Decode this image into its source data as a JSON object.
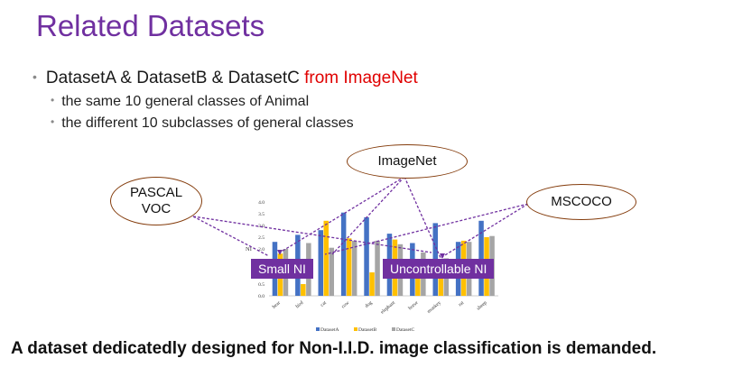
{
  "title": "Related Datasets",
  "bullets": {
    "main_prefix": "DatasetA & DatasetB & DatasetC ",
    "main_highlight": "from ImageNet",
    "sub1": "the same 10 general classes of Animal",
    "sub2": "the different 10 subclasses of general classes"
  },
  "callouts": {
    "pascal_line1": "PASCAL",
    "pascal_line2": "VOC",
    "imagenet": "ImageNet",
    "mscoco": "MSCOCO",
    "small_ni": "Small NI",
    "uncontrollable_ni": "Uncontrollable NI"
  },
  "bottom_statement": "A dataset dedicatedly designed for Non-I.I.D. image classification is demanded.",
  "colors": {
    "title": "#7030a0",
    "highlight": "#e00000",
    "label_bg": "#7030a0",
    "ellipse_border": "#843c0c",
    "dashed": "#7030a0"
  },
  "chart_data": {
    "type": "bar",
    "y_axis_label": "NI",
    "categories": [
      "bear",
      "bird",
      "cat",
      "cow",
      "dog",
      "elephant",
      "horse",
      "monkey",
      "rat",
      "sheep"
    ],
    "series": [
      {
        "name": "DatasetA",
        "color": "#4472c4",
        "values": [
          2.3,
          2.6,
          2.8,
          3.55,
          3.35,
          2.65,
          2.25,
          3.1,
          2.3,
          3.2
        ]
      },
      {
        "name": "DatasetB",
        "color": "#ffc000",
        "values": [
          1.8,
          0.5,
          3.2,
          2.45,
          1.0,
          2.4,
          1.5,
          1.2,
          2.35,
          2.5
        ]
      },
      {
        "name": "DatasetC",
        "color": "#a5a5a5",
        "values": [
          2.0,
          2.25,
          2.05,
          2.35,
          2.35,
          2.2,
          1.85,
          1.6,
          2.3,
          2.55
        ]
      }
    ],
    "ylim": [
      0,
      4.0
    ],
    "yticks": [
      "0.0",
      "0.5",
      "1.0",
      "1.5",
      "2.0",
      "2.5",
      "3.0",
      "3.5",
      "4.0"
    ]
  }
}
